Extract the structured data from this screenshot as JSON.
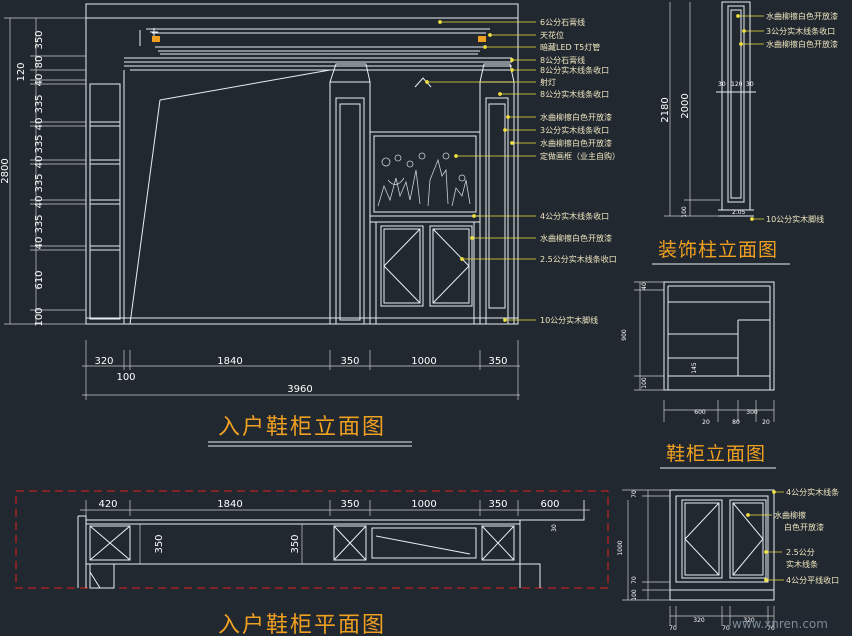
{
  "titles": {
    "main_elevation": "入户鞋柜立面图",
    "plan": "入户鞋柜平面图",
    "column_elevation": "装饰柱立面图",
    "shoe_cabinet_elevation": "鞋柜立面图"
  },
  "main_annotations": [
    "6公分石膏线",
    "天花位",
    "暗藏LED T5灯管",
    "8公分石膏线",
    "8公分实木线条收口",
    "射灯",
    "8公分实木线条收口",
    "水曲柳擦白色开放漆",
    "3公分实木线条收口",
    "水曲柳擦白色开放漆",
    "定做画框（业主自购）",
    "4公分实木线条收口",
    "水曲柳擦白色开放漆",
    "2.5公分实木线条收口",
    "10公分实木脚线"
  ],
  "main_dims": {
    "left_vertical": [
      "350",
      "120",
      "80",
      "40",
      "335",
      "40",
      "335",
      "40",
      "335",
      "40",
      "335",
      "40",
      "610",
      "100"
    ],
    "overall_height": "2800",
    "bottom_row": [
      "320",
      "1840",
      "350",
      "1000",
      "350"
    ],
    "bottom_small": "100",
    "overall_width": "3960"
  },
  "plan_dims": {
    "top_row": [
      "420",
      "1840",
      "350",
      "1000",
      "350",
      "600"
    ],
    "depth_left": "350",
    "depth_mid": "350",
    "right_small": "30"
  },
  "column": {
    "annotations": [
      "水曲柳擦白色开放漆",
      "3公分实木线条收口",
      "水曲柳擦白色开放漆",
      "10公分实木脚线"
    ],
    "dims": [
      "2180",
      "2000",
      "100"
    ],
    "top_small": [
      "30",
      "120",
      "30"
    ],
    "bottom_small": "2.05"
  },
  "shoe_cabinet": {
    "dims_left": [
      "40",
      "900",
      "100"
    ],
    "inner_small": "145",
    "bottom_dims": [
      "600",
      "20",
      "300",
      "80",
      "20"
    ]
  },
  "door_detail": {
    "annotations": [
      "4公分实木线条",
      "水曲柳擦",
      "白色开放漆",
      "2.5公分",
      "实木线条",
      "4公分平线收口"
    ],
    "left_dims": [
      "70",
      "1000",
      "70",
      "100"
    ],
    "bottom_dims": [
      "70",
      "320",
      "70",
      "320",
      "70"
    ]
  },
  "watermark": "www.xnren.com",
  "colors": {
    "background": "#212830",
    "line": "#e8eef2",
    "leader": "#f0e040",
    "dim_line": "#cccccc",
    "title": "#f0a020",
    "cyan": "#3cc8d8",
    "red": "#e02020"
  }
}
